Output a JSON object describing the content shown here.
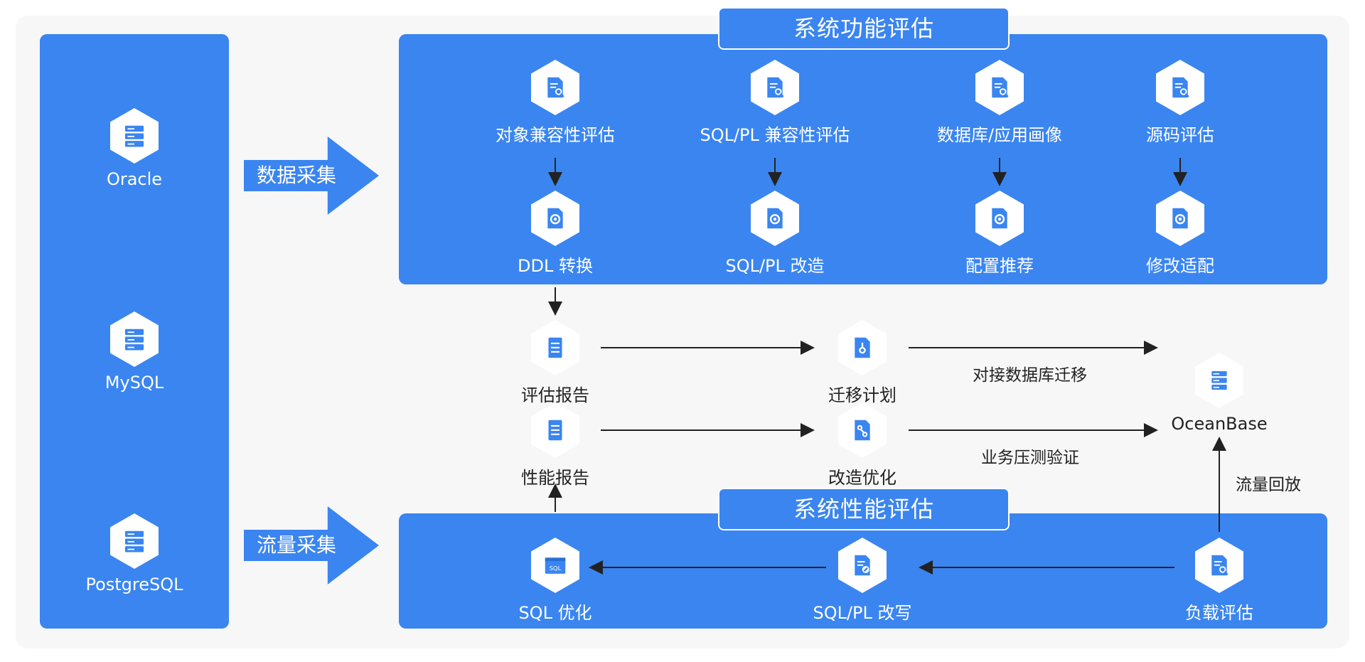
{
  "sources": [
    {
      "label": "Oracle",
      "icon": "database-server-icon"
    },
    {
      "label": "MySQL",
      "icon": "database-server-icon"
    },
    {
      "label": "PostgreSQL",
      "icon": "database-server-icon"
    }
  ],
  "collection": {
    "data_label": "数据采集",
    "traffic_label": "流量采集"
  },
  "functional": {
    "title": "系统功能评估",
    "top_row": [
      {
        "label": "对象兼容性评估",
        "icon": "document-search-icon"
      },
      {
        "label": "SQL/PL 兼容性评估",
        "icon": "document-search-icon"
      },
      {
        "label": "数据库/应用画像",
        "icon": "document-search-icon"
      },
      {
        "label": "源码评估",
        "icon": "document-search-icon"
      }
    ],
    "bottom_row": [
      {
        "label": "DDL 转换",
        "icon": "document-gear-icon"
      },
      {
        "label": "SQL/PL 改造",
        "icon": "document-gear-icon"
      },
      {
        "label": "配置推荐",
        "icon": "document-gear-icon"
      },
      {
        "label": "修改适配",
        "icon": "document-gear-icon"
      }
    ]
  },
  "middle": {
    "eval_report": "评估报告",
    "perf_report": "性能报告",
    "migration_plan": "迁移计划",
    "optimize": "改造优化",
    "target": "OceanBase",
    "edge_migration": "对接数据库迁移",
    "edge_stress": "业务压测验证",
    "edge_replay": "流量回放"
  },
  "performance": {
    "title": "系统性能评估",
    "nodes": [
      {
        "label": "SQL 优化",
        "icon": "sql-window-icon"
      },
      {
        "label": "SQL/PL 改写",
        "icon": "document-edit-icon"
      },
      {
        "label": "负载评估",
        "icon": "document-search-icon"
      }
    ]
  },
  "sql_icon_text": "SQL",
  "colors": {
    "primary": "#3a85f0",
    "icon": "#3a85f0",
    "text": "#222222"
  }
}
